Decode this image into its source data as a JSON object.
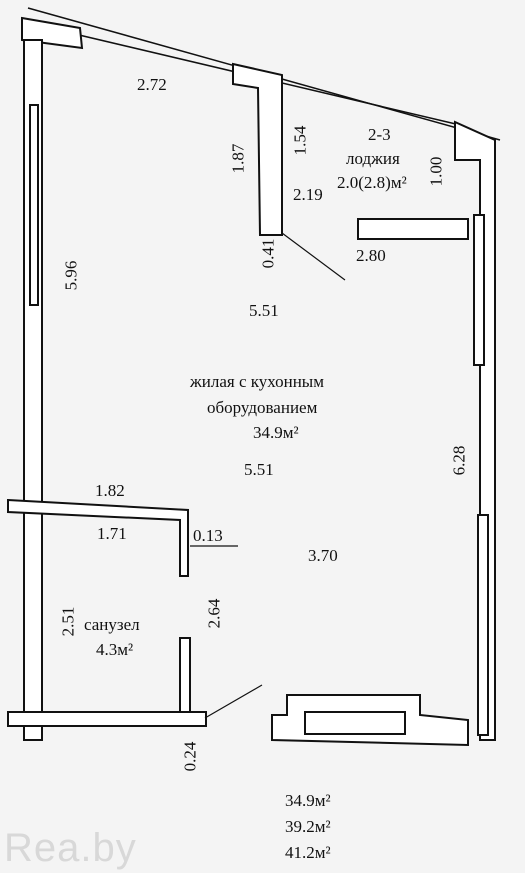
{
  "rooms": {
    "living": {
      "name_line1": "жилая с кухонным",
      "name_line2": "оборудованием",
      "area": "34.9м²"
    },
    "loggia": {
      "number": "2-3",
      "name": "лоджия",
      "area": "2.0(2.8)м²"
    },
    "bathroom": {
      "name": "санузел",
      "area": "4.3м²"
    }
  },
  "dimensions": {
    "top_wall": "2.72",
    "notch_height": "1.87",
    "loggia_left": "1.54",
    "loggia_right": "1.00",
    "notch_width": "2.19",
    "pier": "0.41",
    "loggia_bottom": "2.80",
    "left_wall": "5.96",
    "width_upper": "5.51",
    "width_lower": "5.51",
    "right_wall": "6.28",
    "bath_top": "1.82",
    "bath_inner": "1.71",
    "bath_wall": "0.13",
    "hall_width": "3.70",
    "bath_left": "2.51",
    "bath_right": "2.64",
    "bottom_wall": "0.24"
  },
  "totals": {
    "living": "34.9м²",
    "total": "39.2м²",
    "with_loggia": "41.2м²"
  },
  "watermark": "Rea.by"
}
